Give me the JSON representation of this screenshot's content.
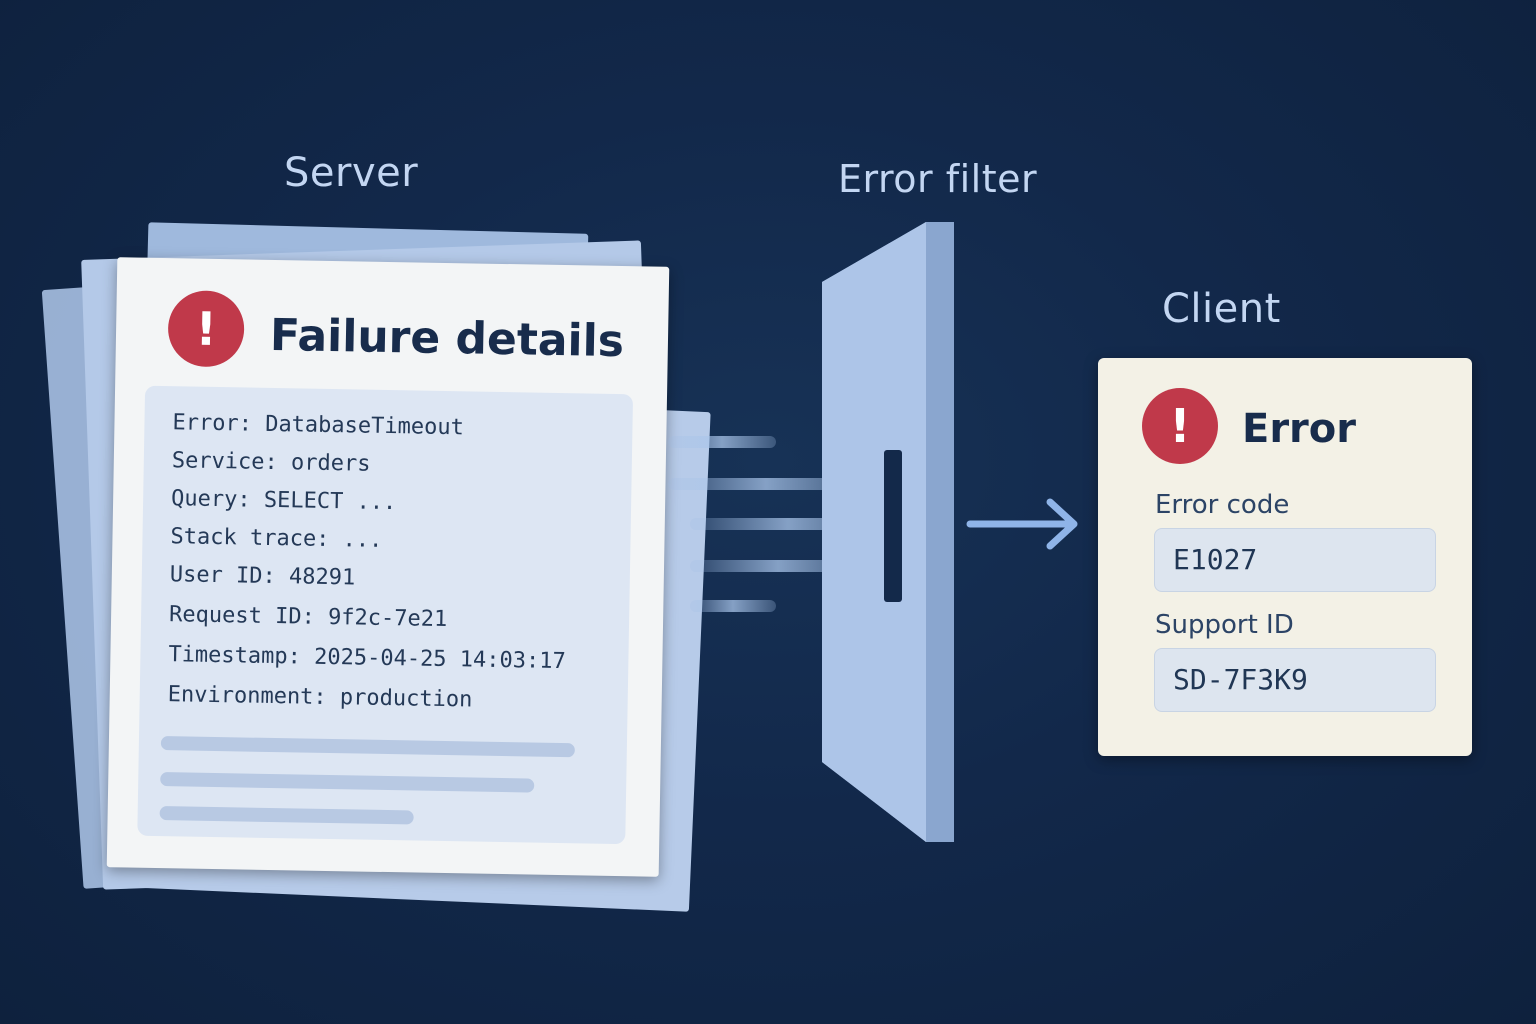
{
  "labels": {
    "server": "Server",
    "error_filter": "Error filter",
    "client": "Client"
  },
  "server_document": {
    "icon": "alert-circle-icon",
    "title": "Failure details",
    "lines": [
      "Error: DatabaseTimeout",
      "Service: orders",
      "Query: SELECT ...",
      "Stack trace: ...",
      "User ID: 48291",
      "Request ID: 9f2c-7e21",
      "Timestamp: 2025-04-25 14:03:17",
      "Environment: production"
    ]
  },
  "client_card": {
    "icon": "alert-circle-icon",
    "title": "Error",
    "fields": [
      {
        "label": "Error code",
        "value": "E1027"
      },
      {
        "label": "Support ID",
        "value": "SD-7F3K9"
      }
    ]
  },
  "colors": {
    "background": "#12284a",
    "alert": "#c0394a",
    "text_dark": "#182c4c",
    "label_light": "#c3d6f2",
    "filter_panel": "#a9c2e6"
  }
}
